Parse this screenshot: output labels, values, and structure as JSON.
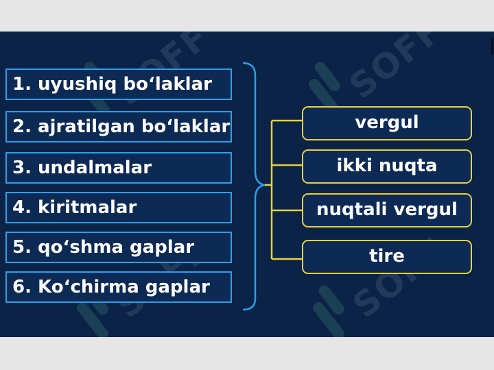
{
  "left_items": [
    "1. uyushiq bo‘laklar",
    "2. ajratilgan bo‘laklar",
    "3. undalmalar",
    "4. kiritmalar",
    "5. qo‘shma gaplar",
    "6. Ko‘chirma gaplar"
  ],
  "right_items": [
    "vergul",
    "ikki nuqta",
    "nuqtali vergul",
    "tire"
  ],
  "watermark": "SOFF",
  "colors": {
    "background": "#0b2347",
    "left_border": "#2aa0ee",
    "right_border": "#e8d23a",
    "text": "#ffffff"
  }
}
